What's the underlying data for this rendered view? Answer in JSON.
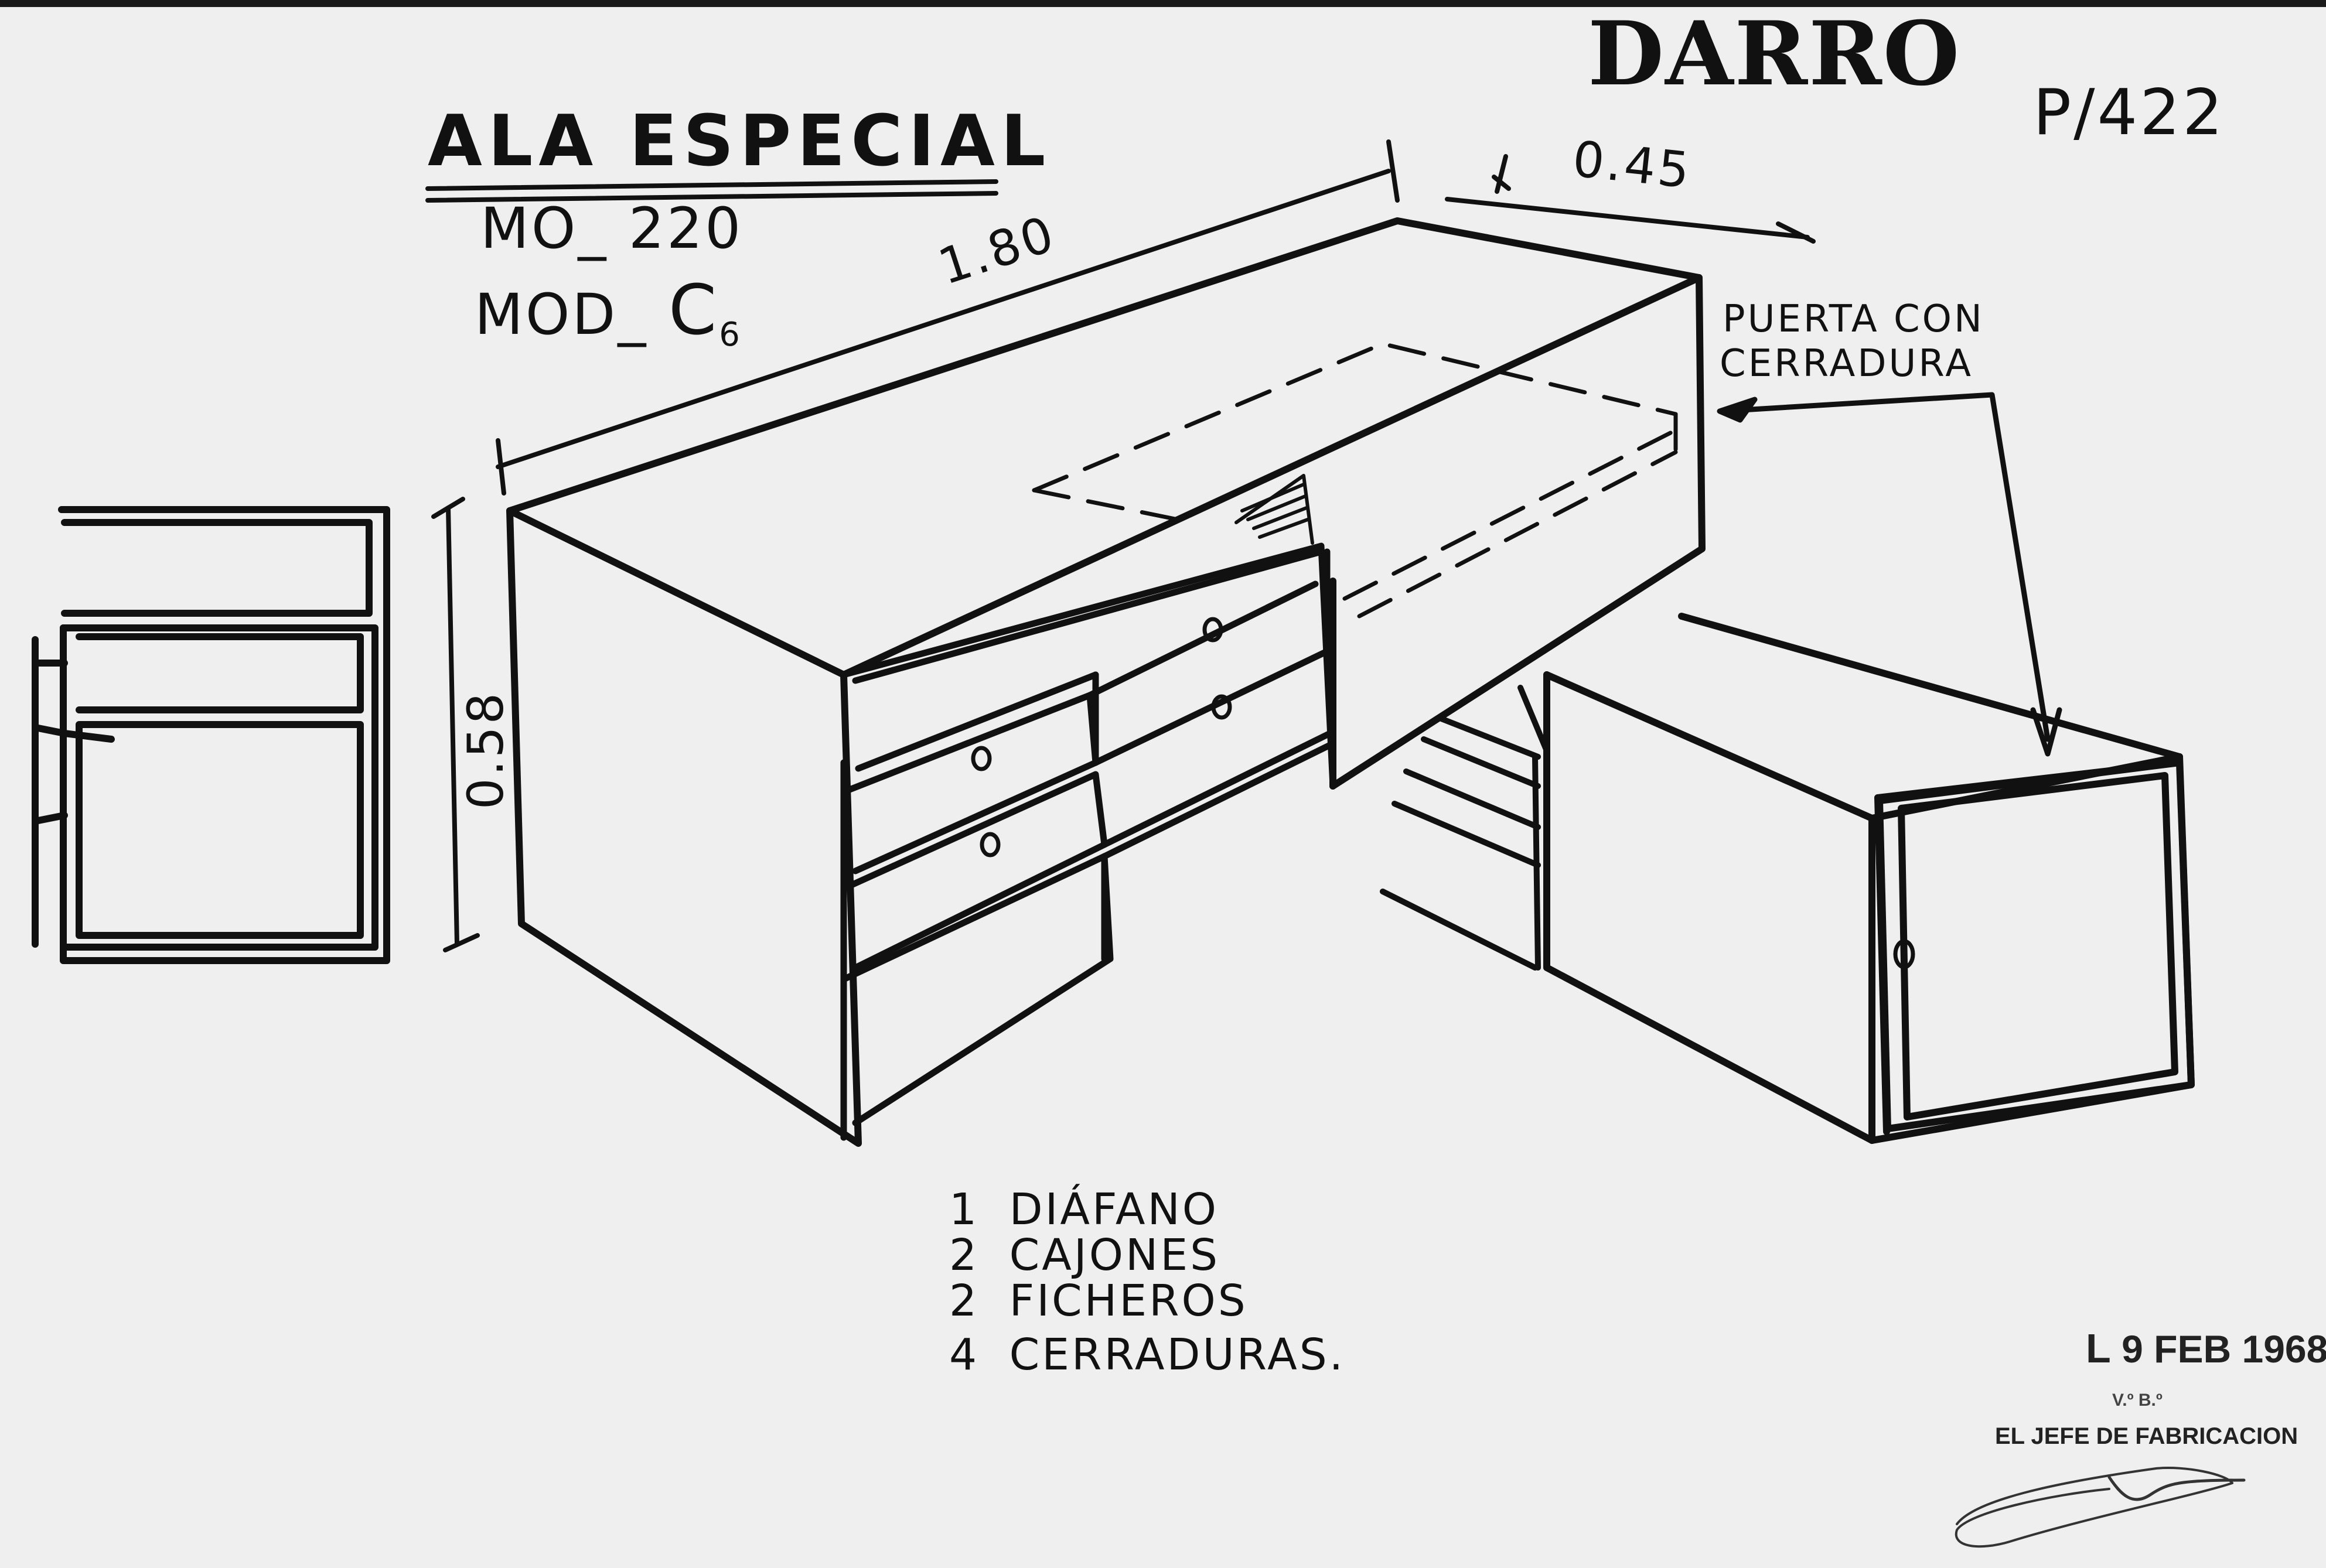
{
  "header": {
    "brand": "DARRO",
    "ref_code": "P/422"
  },
  "title": {
    "main": "ALA ESPECIAL",
    "model_line_1": "MO_ 220",
    "model_line_2_prefix": "MOD_",
    "model_line_2_letter": "C",
    "model_line_2_sub": "6"
  },
  "dimensions": {
    "length": "1.80",
    "depth": "0.45",
    "height": "0.58"
  },
  "callout": {
    "line_1": "PUERTA CON",
    "line_2": "CERRADURA"
  },
  "parts_list": [
    {
      "qty": "1",
      "label": "DIÁFANO"
    },
    {
      "qty": "2",
      "label": "CAJONES"
    },
    {
      "qty": "2",
      "label": "FICHEROS"
    },
    {
      "qty": "4",
      "label": "CERRADURAS."
    }
  ],
  "stamp": {
    "date": "9 FEB 1968",
    "vb": "V.º B.º",
    "role": "EL JEFE DE FABRICACION"
  }
}
